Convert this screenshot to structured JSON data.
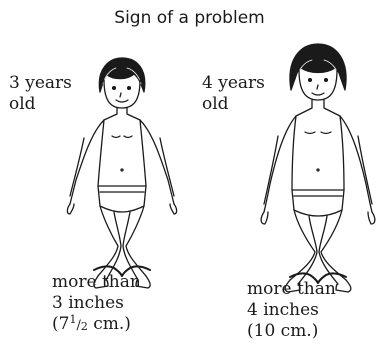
{
  "title": "Sign of a problem",
  "left_child": {
    "age_line1": "3 years",
    "age_line2": "old",
    "measure_line1": "more than",
    "measure_line2": "3 inches",
    "measure_line3_prefix": "(7",
    "measure_line3_num": "1",
    "measure_line3_den": "2",
    "measure_line3_suffix": " cm.)"
  },
  "right_child": {
    "age_line1": "4 years",
    "age_line2": "old",
    "measure_line1": "more than",
    "measure_line2": "4 inches",
    "measure_line3": "(10 cm.)"
  }
}
